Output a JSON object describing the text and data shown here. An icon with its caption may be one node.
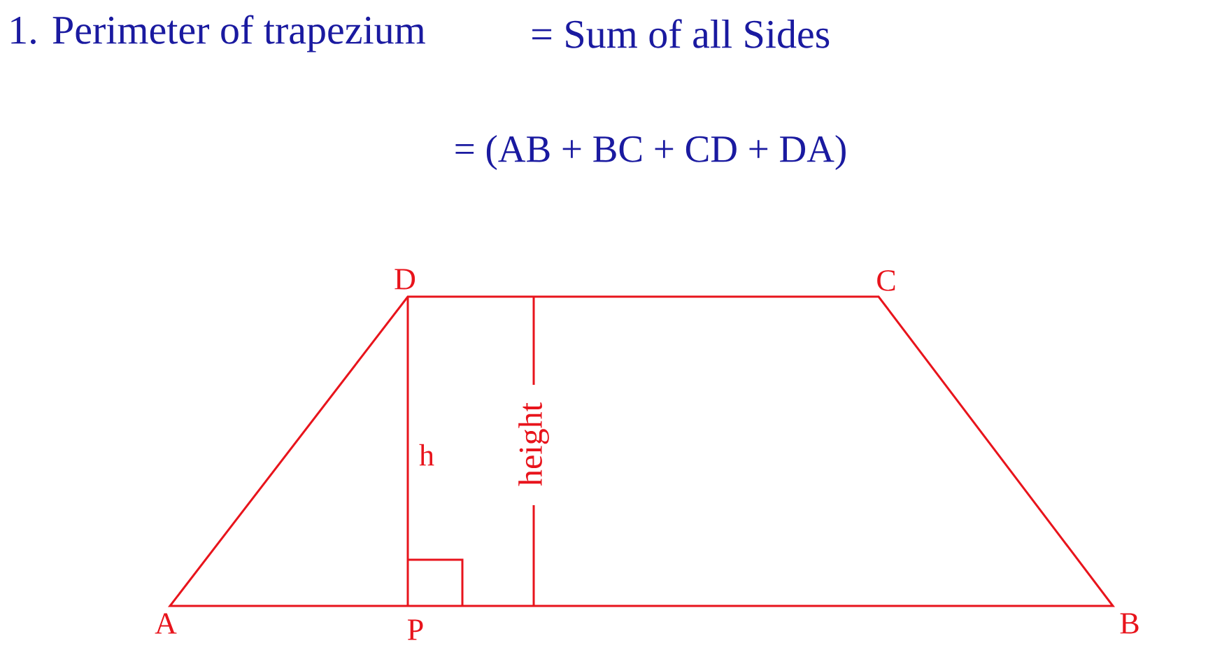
{
  "diagram": {
    "labels": [
      "1. Perimeter of trapezium",
      "= Sum of all Sides",
      "= (AB + BC + CD + DA)",
      "D",
      "C",
      "h",
      "height",
      "A",
      "P",
      "B"
    ]
  }
}
